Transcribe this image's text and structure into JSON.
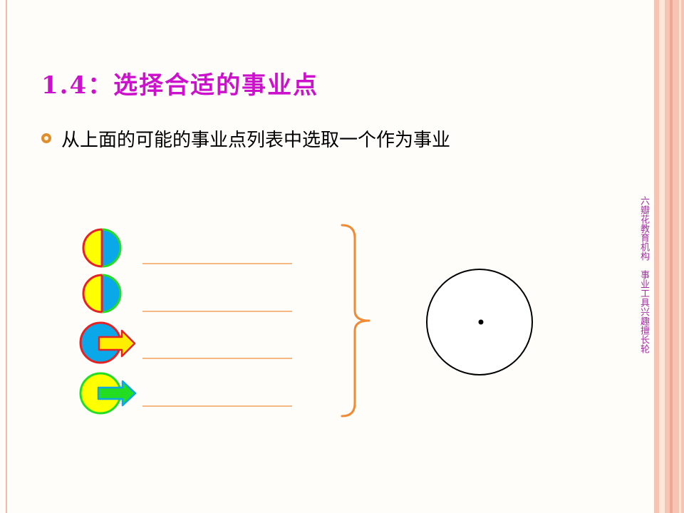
{
  "slide": {
    "title": "1.4：选择合适的事业点",
    "bullet": "从上面的可能的事业点列表中选取一个作为事业",
    "side_note": "六瓣花教育机构　事业工具兴趣擅长轮"
  },
  "colors": {
    "title": "#cc11cc",
    "bullet_mark": "#e08e2b",
    "side_note": "#a030a0",
    "bracket": "#f08a34",
    "line": "#f4a15a",
    "yellow": "#ffff00",
    "blue": "#0aa8e8",
    "red": "#e52222",
    "green": "#22dd22"
  },
  "icons": [
    {
      "name": "half-yellow-half-blue-circle-icon"
    },
    {
      "name": "half-yellow-half-blue-circle-icon"
    },
    {
      "name": "blue-circle-yellow-arrow-icon"
    },
    {
      "name": "yellow-circle-green-arrow-icon"
    }
  ]
}
